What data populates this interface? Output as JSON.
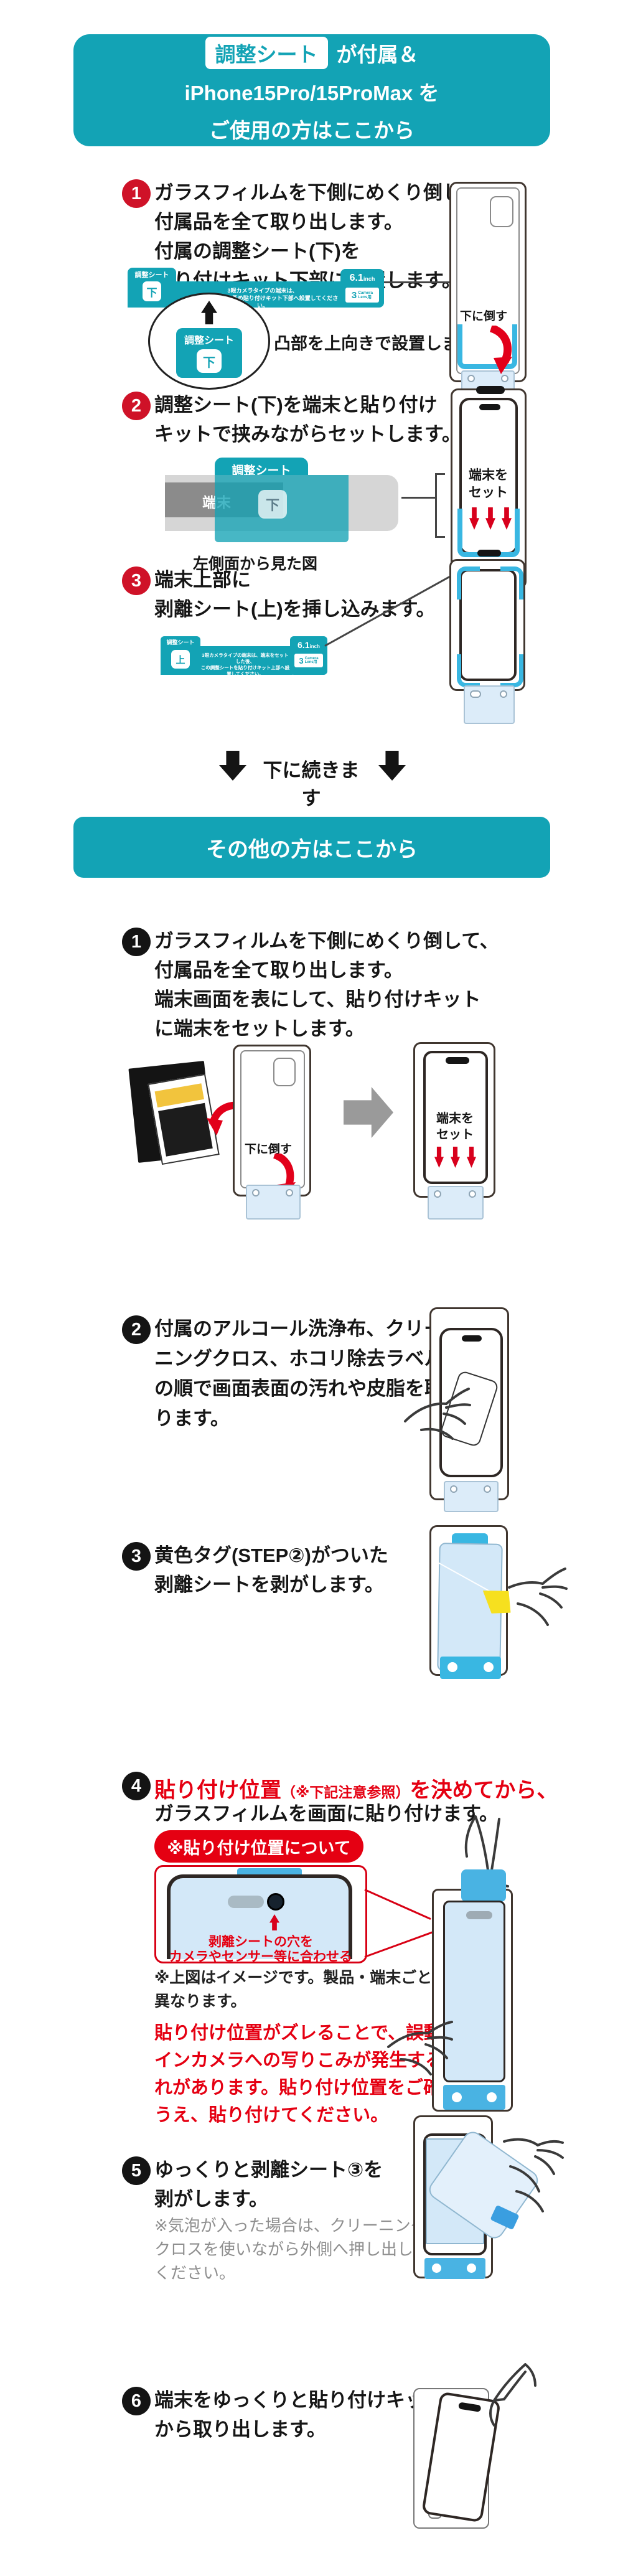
{
  "palette": {
    "teal": "#13a3b5",
    "red_circle": "#cf1228",
    "accent_red": "#e50012",
    "blue": "#39b7e2",
    "film_blue": "#d3e8f8"
  },
  "header_primary": {
    "badge": "調整シート",
    "line1_rest": "が付属＆",
    "line2": "iPhone15Pro/15ProMax を",
    "line3": "ご使用の方はここから"
  },
  "continue_notice": {
    "label": "下に続きます"
  },
  "header_secondary": {
    "title": "その他の方はここから"
  },
  "section_adjust": {
    "step1": {
      "num": "1",
      "lines": [
        "ガラスフィルムを下側にめくり倒して、",
        "付属品を全て取り出します。",
        "付属の調整シート(下)を",
        "貼り付けキット下部に設置します。"
      ],
      "sheet": {
        "tab": "調整シート",
        "badge": "下",
        "note1": "3眼カメラタイプの端末は、",
        "note2": "この調整シートを予め貼り付けキット下部へ設置してください。",
        "inch_num": "6.1",
        "inch_unit": "inch",
        "cam_num": "3",
        "cam_l1": "Camera",
        "cam_l2": "Lens用"
      },
      "magnifier": {
        "tab": "調整シート",
        "badge": "下",
        "note": "凸部を上向きで設置します"
      },
      "tray_label": "下に倒す"
    },
    "step2": {
      "num": "2",
      "lines": [
        "調整シート(下)を端末と貼り付け",
        "キットで挟みながらセットします。"
      ],
      "side": {
        "sheet_tab": "調整シート",
        "sheet_badge": "下",
        "device": "端末",
        "caption": "左側面から見た図"
      },
      "set_label1": "端末を",
      "set_label2": "セット"
    },
    "step3": {
      "num": "3",
      "lines": [
        "端末上部に",
        "剥離シート(上)を挿し込みます。"
      ],
      "sheet": {
        "tab": "調整シート",
        "badge": "上",
        "note1": "3眼カメラタイプの端末は、端末をセットした後、",
        "note2": "この調整シートを貼り付けキット上部へ設置してください。",
        "inch_num": "6.1",
        "inch_unit": "inch",
        "cam_num": "3",
        "cam_l1": "Camera",
        "cam_l2": "Lens用"
      }
    }
  },
  "section_other": {
    "step1": {
      "num": "1",
      "lines": [
        "ガラスフィルムを下側にめくり倒して、",
        "付属品を全て取り出します。",
        "端末画面を表にして、貼り付けキット",
        "に端末をセットします。"
      ],
      "tray_label": "下に倒す",
      "set_label1": "端末を",
      "set_label2": "セット"
    },
    "step2": {
      "num": "2",
      "lines": [
        "付属のアルコール洗浄布、クリー",
        "ニングクロス、ホコリ除去ラベル",
        "の順で画面表面の汚れや皮脂を取",
        "ります。"
      ]
    },
    "step3": {
      "num": "3",
      "lines": [
        "黄色タグ(STEP②)がついた",
        "剥離シートを剥がします。"
      ]
    },
    "step4": {
      "num": "4",
      "line1_a": "貼り付け位置",
      "line1_b": "（※下記注意参照）",
      "line1_c": "を決めてから、",
      "line2": "ガラスフィルムを画面に貼り付けます。",
      "badge": "※貼り付け位置について",
      "callout": [
        "剥離シートの穴を",
        "カメラやセンサー等に合わせる"
      ],
      "note": [
        "※上図はイメージです。製品・端末ごとに形状は",
        "異なります。"
      ],
      "warning": [
        "貼り付け位置がズレることで、誤動作や",
        "インカメラへの写りこみが発生する恐",
        "れがあります。貼り付け位置をご確認の",
        "うえ、貼り付けてください。"
      ]
    },
    "step5": {
      "num": "5",
      "lines": [
        "ゆっくりと剥離シート③を",
        "剥がします。"
      ],
      "note": [
        "※気泡が入った場合は、クリーニング",
        "クロスを使いながら外側へ押し出して",
        "ください。"
      ]
    },
    "step6": {
      "num": "6",
      "lines": [
        "端末をゆっくりと貼り付けキット",
        "から取り出します。"
      ]
    }
  }
}
